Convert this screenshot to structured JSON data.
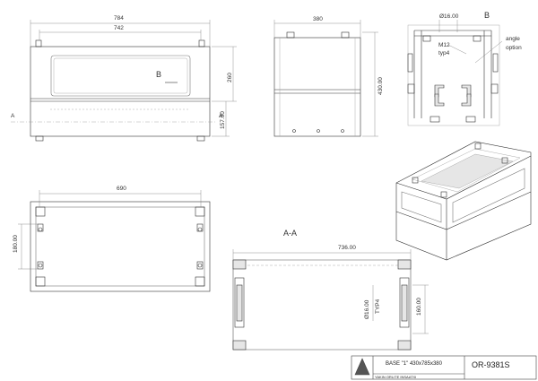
{
  "front_view": {
    "overall_width": "784",
    "inner_width": "742",
    "height_upper": "260",
    "height_lower": "157.00",
    "view_marker": "B",
    "section_marker": "A"
  },
  "side_view": {
    "depth": "380",
    "height": "430.00"
  },
  "detail_b": {
    "title": "B",
    "hole_dia": "Ø16.00",
    "thread": "M12",
    "thread_note": "typ4",
    "angle_label": "angle",
    "option_label": "option"
  },
  "plan_view": {
    "width": "690",
    "depth": "180.00"
  },
  "section_a": {
    "title": "A-A",
    "width": "736.00",
    "hole_dia": "Ø16.00",
    "hole_note": "TYP4",
    "depth": "160.00"
  },
  "title_block": {
    "description": "BASE \"1\" 430x785x380",
    "part_number": "OR-9381S",
    "company": "YAKIN ORLITE INSAATXI"
  },
  "colors": {
    "line": "#333333",
    "thin": "#777777",
    "fill": "#e6e6e6",
    "background": "#ffffff"
  }
}
